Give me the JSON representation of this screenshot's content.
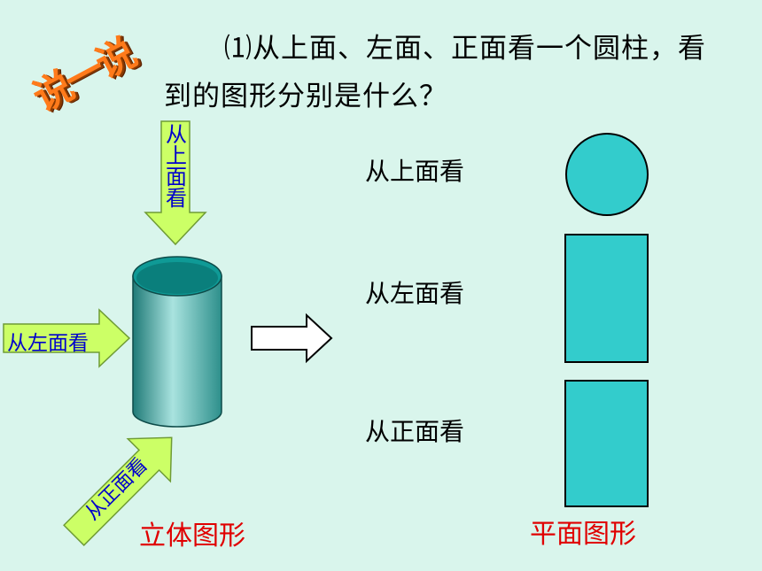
{
  "badge": {
    "text": "说一说"
  },
  "question": {
    "text": "⑴从上面、左面、正面看一个圆柱，看到的图形分别是什么？"
  },
  "arrows": {
    "top": "从上面看",
    "left": "从左面看",
    "front": "从正面看"
  },
  "views": [
    {
      "label": "从上面看",
      "shape": "circle"
    },
    {
      "label": "从左面看",
      "shape": "rectangle"
    },
    {
      "label": "从正面看",
      "shape": "rectangle"
    }
  ],
  "captions": {
    "solid": "立体图形",
    "plane": "平面图形"
  },
  "colors": {
    "background": "#d9f5ec",
    "shape_fill": "#33cccc",
    "arrow_fill": "#ccff66",
    "arrow_text": "#0000cc",
    "caption": "#e00000",
    "badge": "#ff7a1a"
  }
}
